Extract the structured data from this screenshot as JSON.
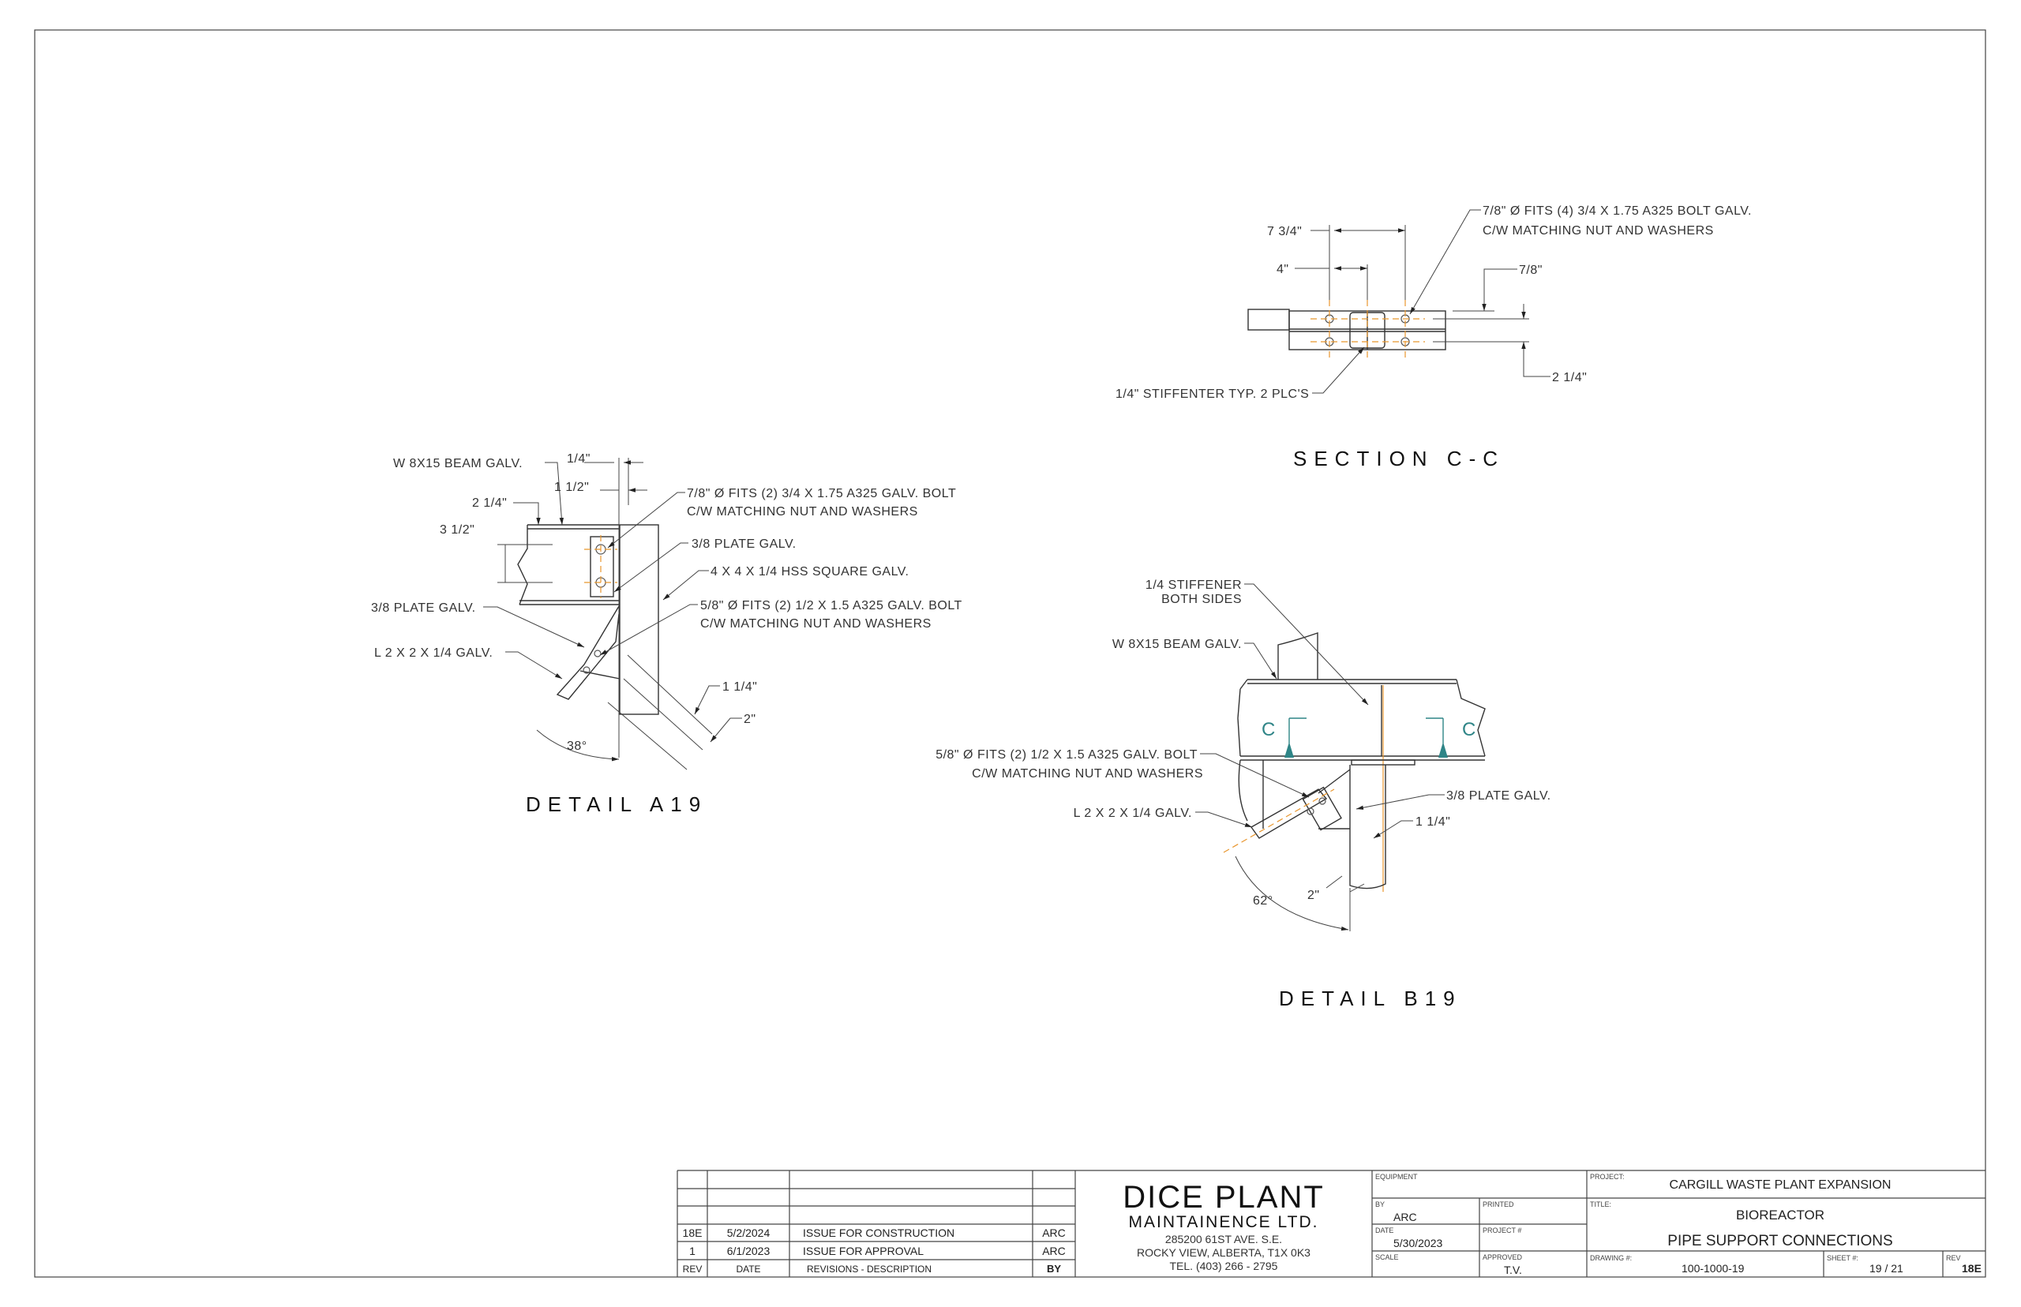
{
  "detail_a19": {
    "title": "DETAIL  A19",
    "labels": {
      "beam": "W 8X15 BEAM GALV.",
      "dim_quarter": "1/4\"",
      "dim_one_half": "1 1/2\"",
      "dim_two_quarter": "2 1/4\"",
      "dim_three_half": "3 1/2\"",
      "bolt_top_1": "7/8\" Ø FITS (2) 3/4 X 1.75 A325 GALV. BOLT",
      "bolt_top_2": "C/W MATCHING NUT AND WASHERS",
      "plate_right": "3/8 PLATE GALV.",
      "hss": "4 X 4 X 1/4 HSS SQUARE GALV.",
      "bolt_low_1": "5/8\" Ø FITS (2) 1/2 X 1.5 A325 GALV. BOLT",
      "bolt_low_2": "C/W MATCHING NUT AND WASHERS",
      "plate_left": "3/8 PLATE GALV.",
      "angle": "L 2 X 2 X 1/4 GALV.",
      "dim_one_quarter": "1 1/4\"",
      "dim_two": "2\"",
      "angle_deg": "38°"
    }
  },
  "section_cc": {
    "title": "SECTION C-C",
    "labels": {
      "dim_seven_three_quarter": "7 3/4\"",
      "dim_four": "4\"",
      "bolt_1": "7/8\" Ø FITS (4) 3/4 X 1.75 A325 BOLT GALV.",
      "bolt_2": "C/W MATCHING NUT AND WASHERS",
      "dim_seven_eighth": "7/8\"",
      "dim_two_quarter": "2 1/4\"",
      "stiffener": "1/4\" STIFFENTER TYP. 2 PLC'S"
    }
  },
  "detail_b19": {
    "title": "DETAIL  B19",
    "labels": {
      "stiffener_1": "1/4 STIFFENER",
      "stiffener_2": "BOTH SIDES",
      "beam": "W 8X15 BEAM GALV.",
      "section_mark": "C",
      "bolt_1": "5/8\" Ø FITS (2) 1/2 X 1.5 A325 GALV. BOLT",
      "bolt_2": "C/W MATCHING NUT AND WASHERS",
      "angle": "L 2 X 2 X 1/4 GALV.",
      "plate": "3/8 PLATE GALV.",
      "dim_one_quarter": "1 1/4\"",
      "angle_deg": "62°",
      "dim_two": "2\""
    }
  },
  "title_block": {
    "revisions": [
      {
        "rev": "18E",
        "date": "5/2/2024",
        "description": "ISSUE FOR CONSTRUCTION",
        "by": "ARC"
      },
      {
        "rev": "1",
        "date": "6/1/2023",
        "description": "ISSUE FOR APPROVAL",
        "by": "ARC"
      }
    ],
    "rev_header": {
      "rev": "REV",
      "date": "DATE",
      "description": "REVISIONS - DESCRIPTION",
      "by": "BY"
    },
    "company": {
      "name": "DICE PLANT",
      "subtitle": "MAINTAINENCE LTD.",
      "address_1": "285200 61ST AVE. S.E.",
      "address_2": "ROCKY VIEW, ALBERTA, T1X 0K3",
      "phone": "TEL. (403) 266 - 2795"
    },
    "fields": {
      "equipment_label": "EQUIPMENT",
      "by_label": "BY",
      "by_value": "ARC",
      "printed_label": "PRINTED",
      "date_label": "DATE",
      "date_value": "5/30/2023",
      "project_no_label": "PROJECT #",
      "scale_label": "SCALE",
      "approved_label": "APPROVED",
      "approved_value": "T.V.",
      "project_label": "PROJECT:",
      "project_value": "CARGILL WASTE PLANT EXPANSION",
      "title_label": "TITLE:",
      "title_line_1": "BIOREACTOR",
      "title_line_2": "PIPE SUPPORT CONNECTIONS",
      "drawing_label": "DRAWING #:",
      "drawing_value": "100-1000-19",
      "sheet_label": "SHEET #:",
      "sheet_value": "19 / 21",
      "rev_label": "REV",
      "rev_value": "18E"
    }
  },
  "colors": {
    "centerline": "#e8962e",
    "section_mark": "#2f8587"
  }
}
